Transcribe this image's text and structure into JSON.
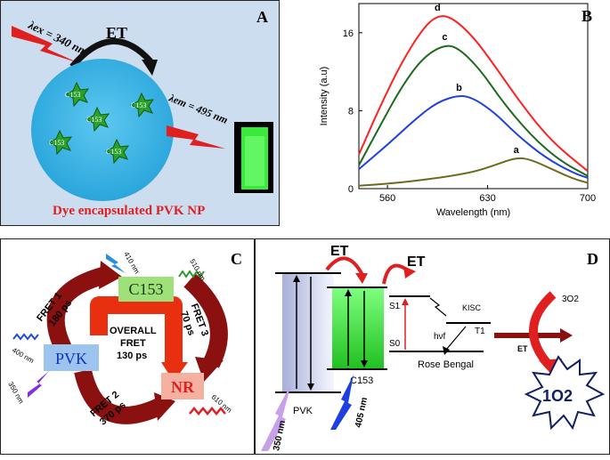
{
  "panelA": {
    "letter": "A",
    "excitation": "λex = 340 nm",
    "et": "ET",
    "emission": "λem = 495 nm",
    "dye": "C153",
    "caption": "Dye encapsulated PVK NP"
  },
  "panelB": {
    "letter": "B",
    "curve_labels": [
      "a",
      "b",
      "c",
      "d"
    ],
    "colors": [
      "#6b6b1e",
      "#1f3fe0",
      "#1e6b1e",
      "#ff2020"
    ]
  },
  "panelC": {
    "letter": "C",
    "c153": "C153",
    "pvk": "PVK",
    "nr": "NR",
    "fret1": "FRET 1",
    "fret1_time": "180 ps",
    "fret2": "FRET 2",
    "fret2_time": "370 ps",
    "fret3": "FRET 3",
    "fret3_time": "70 ps",
    "overall1": "OVERALL",
    "overall2": "FRET",
    "overall3": "130 ps",
    "nm410": "410 nm",
    "nm510": "510 nm",
    "nm400": "400 nm",
    "nm350": "350 nm",
    "nm610": "610 nm"
  },
  "panelD": {
    "letter": "D",
    "et1": "ET",
    "et2": "ET",
    "et3": "ET",
    "s1": "S1",
    "s0": "S0",
    "kisc": "KISC",
    "t1": "T1",
    "hv": "hνf",
    "o2": "3O2",
    "singlet": "1O2",
    "c153": "C153",
    "pvk": "PVK",
    "rose": "Rose Bengal",
    "nm350": "350 nm",
    "nm405": "405 nm"
  },
  "chart_data": {
    "type": "line",
    "title": "",
    "xlabel": "Wavelength (nm)",
    "ylabel": "Intensity (a.u)",
    "xlim": [
      540,
      700
    ],
    "ylim": [
      0,
      19
    ],
    "xticks": [
      560,
      630,
      700
    ],
    "yticks": [
      0,
      8,
      16
    ],
    "series": [
      {
        "label": "a",
        "x": [
          540,
          560,
          580,
          600,
          620,
          635,
          650,
          660,
          675,
          690,
          700
        ],
        "y": [
          0.3,
          0.5,
          0.8,
          1.2,
          1.7,
          2.4,
          3.2,
          3.0,
          2.0,
          1.0,
          0.6
        ]
      },
      {
        "label": "b",
        "x": [
          540,
          560,
          580,
          595,
          610,
          620,
          635,
          650,
          670,
          690,
          700
        ],
        "y": [
          2.0,
          4.5,
          7.2,
          8.9,
          9.6,
          9.3,
          7.8,
          5.6,
          3.2,
          1.6,
          1.1
        ]
      },
      {
        "label": "c",
        "x": [
          540,
          555,
          570,
          585,
          600,
          610,
          625,
          640,
          660,
          680,
          700
        ],
        "y": [
          2.4,
          6.5,
          10.5,
          13.5,
          14.8,
          14.4,
          12.2,
          9.0,
          5.5,
          2.9,
          1.3
        ]
      },
      {
        "label": "d",
        "x": [
          540,
          555,
          570,
          585,
          595,
          605,
          620,
          635,
          655,
          675,
          700
        ],
        "y": [
          3.5,
          8.5,
          13.0,
          16.5,
          17.8,
          17.6,
          15.6,
          12.6,
          8.4,
          4.8,
          1.8
        ]
      }
    ],
    "grid": false,
    "legend": "none"
  }
}
